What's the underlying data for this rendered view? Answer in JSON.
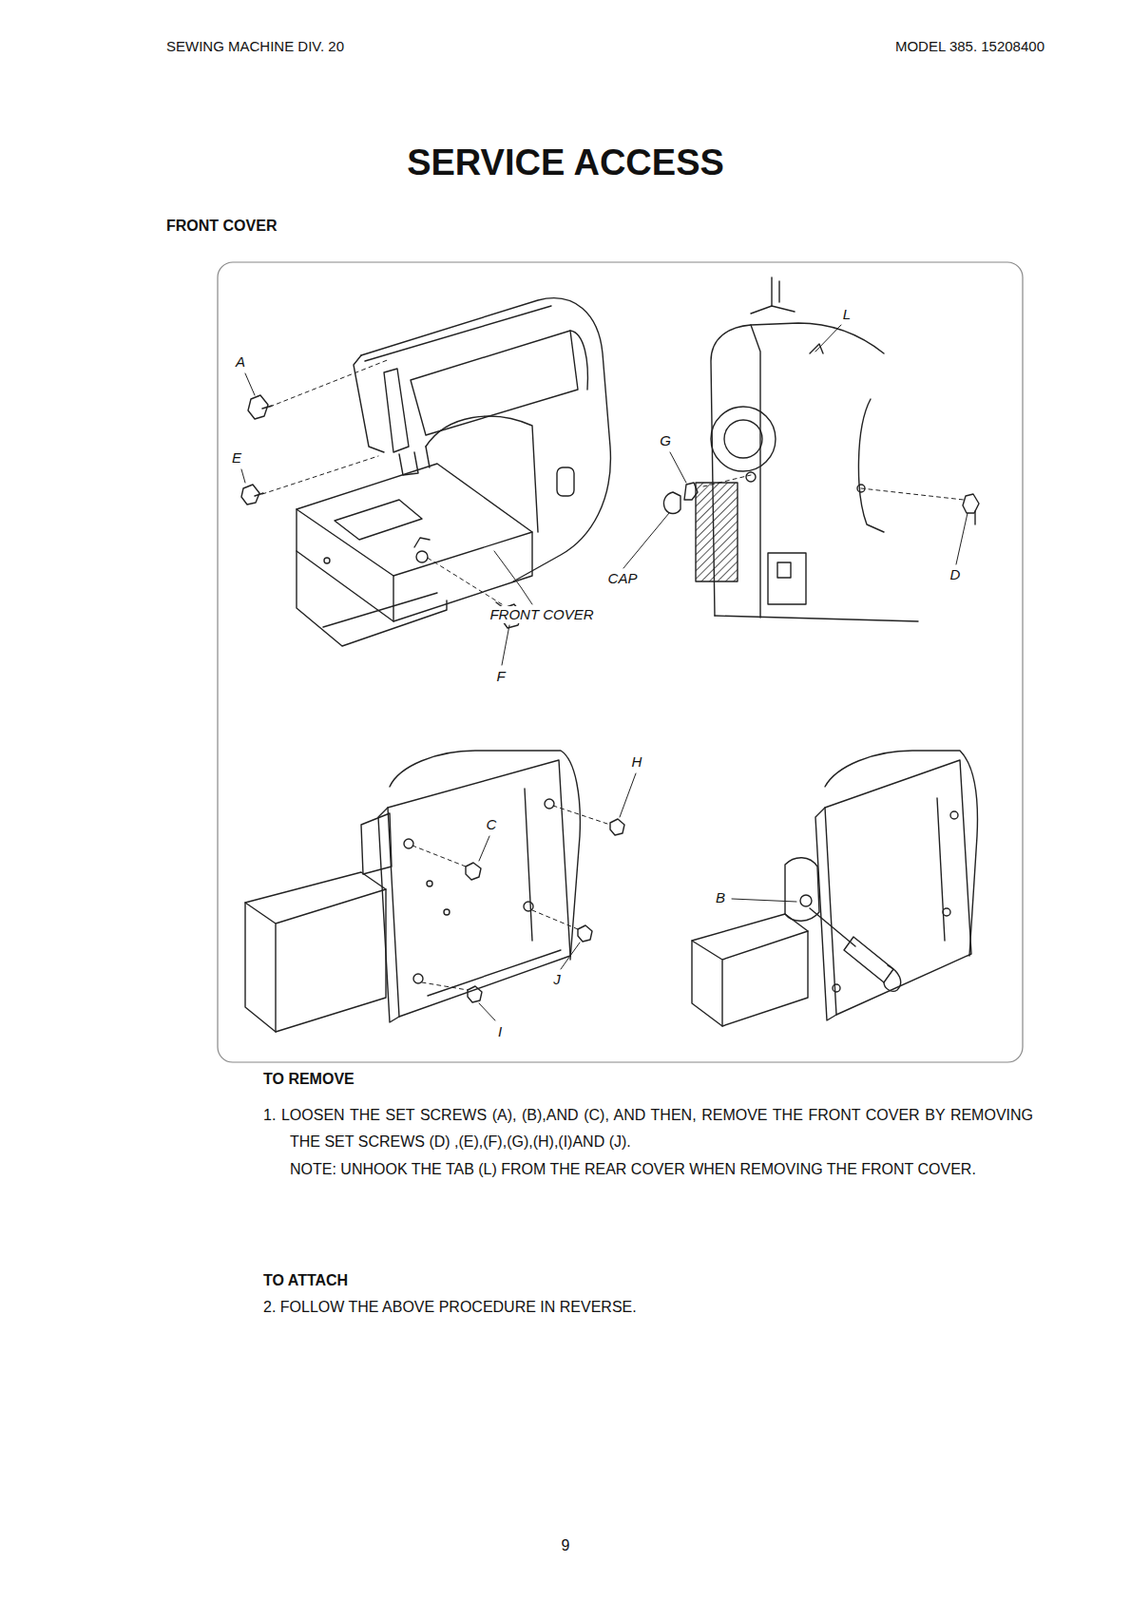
{
  "diagram": {
    "title": "SERVICE ACCESS",
    "labels": [
      "SEWING MACHINE DIV. 20",
      "MODEL 385. 15208400",
      "FRONT COVER",
      "A",
      "E",
      "L",
      "G",
      "CAP",
      "D",
      "FRONT COVER",
      "F",
      "H",
      "C",
      "B",
      "J",
      "I",
      "TO REMOVE",
      "1. LOOSEN THE SET SCREWS (A), (B),AND (C), AND THEN, REMOVE THE FRONT COVER BY REMOVING THE SET SCREWS (D) ,(E),(F),(G),(H),(I)AND (J).",
      "NOTE: UNHOOK THE TAB (L) FROM THE REAR COVER WHEN REMOVING THE FRONT COVER.",
      "TO ATTACH",
      "2. FOLLOW THE ABOVE PROCEDURE IN REVERSE.",
      "9"
    ]
  }
}
